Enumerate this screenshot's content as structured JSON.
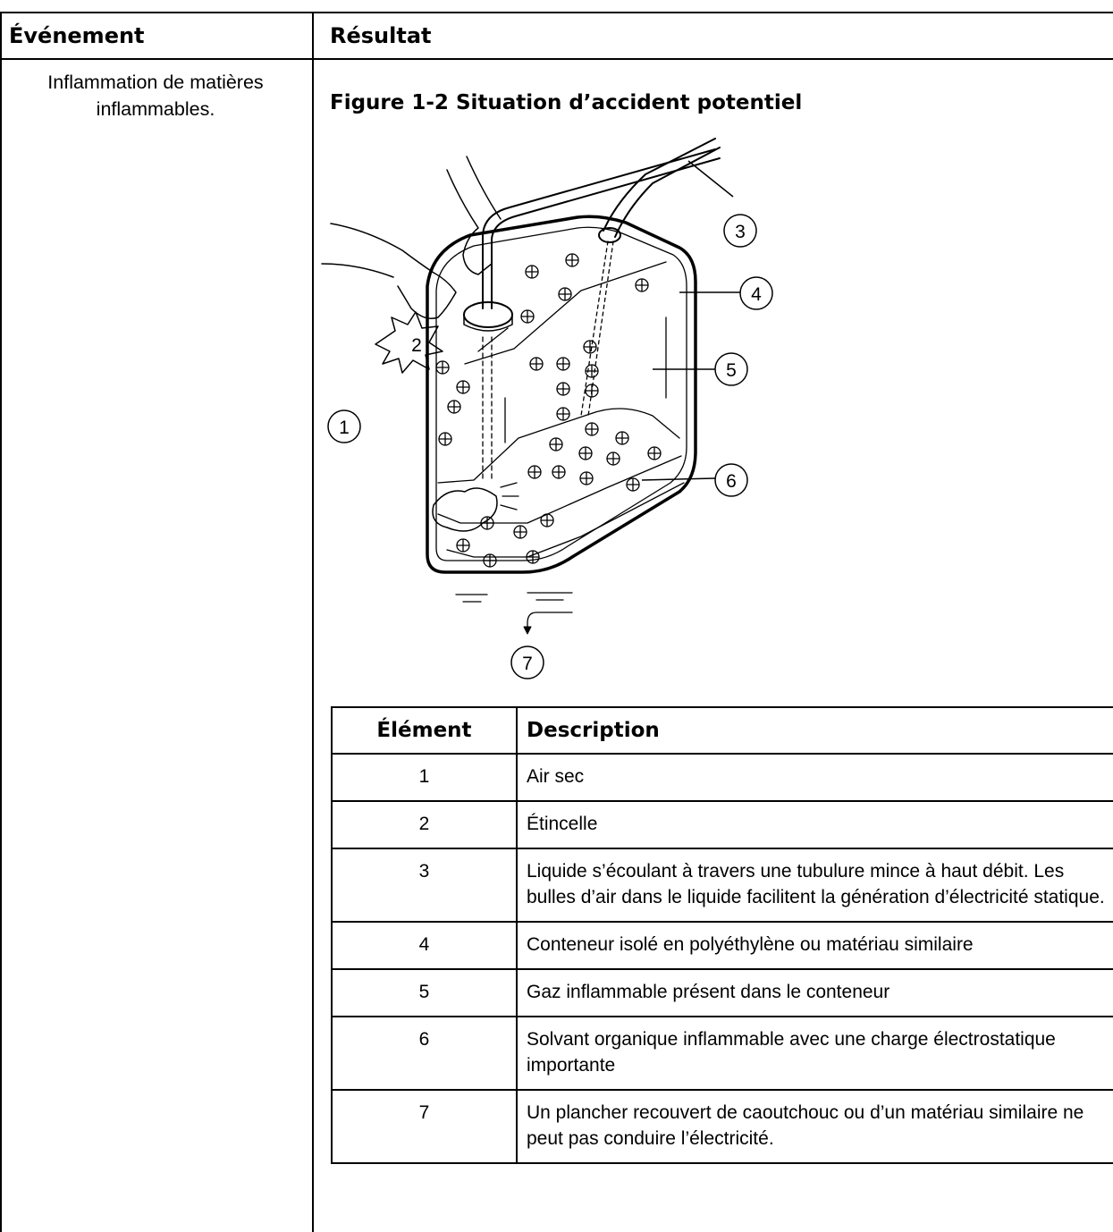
{
  "header": {
    "col1": "Événement",
    "col2": "Résultat"
  },
  "event": {
    "text": "Inflammation de matières inflammables."
  },
  "figure": {
    "title": "Figure 1-2 Situation d’accident potentiel",
    "callouts": [
      "1",
      "2",
      "3",
      "4",
      "5",
      "6",
      "7"
    ]
  },
  "legend": {
    "headers": [
      "Élément",
      "Description"
    ],
    "rows": [
      {
        "item": "1",
        "description": "Air sec"
      },
      {
        "item": "2",
        "description": "Étincelle"
      },
      {
        "item": "3",
        "description": "Liquide s’écoulant à travers une tubulure mince à haut débit. Les bulles d’air dans le liquide facilitent la génération d’électricité statique."
      },
      {
        "item": "4",
        "description": "Conteneur isolé en polyéthylène ou matériau similaire"
      },
      {
        "item": "5",
        "description": "Gaz inflammable présent dans le conteneur"
      },
      {
        "item": "6",
        "description": "Solvant organique inflammable avec une charge électrostatique importante"
      },
      {
        "item": "7",
        "description": "Un plancher recouvert de caoutchouc ou d’un matériau similaire ne peut pas conduire l’électricité."
      }
    ]
  }
}
